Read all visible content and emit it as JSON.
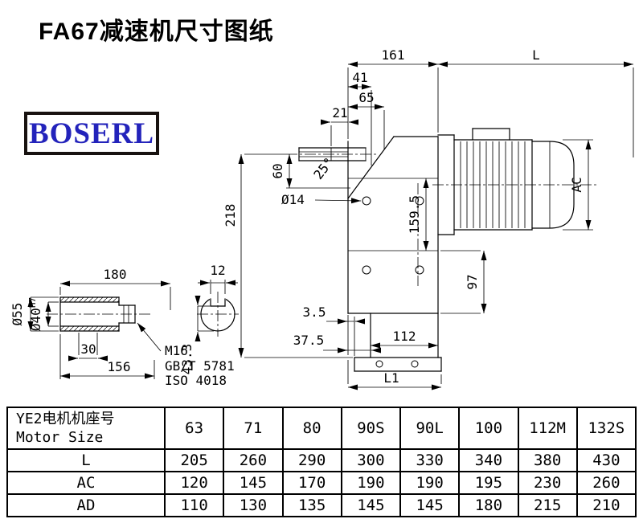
{
  "page": {
    "title": "FA67减速机尺寸图纸",
    "brand": "BOSERL"
  },
  "colors": {
    "brand": "#2323bb",
    "line": "#000000",
    "background": "#ffffff"
  },
  "drawing": {
    "main": {
      "w161": "161",
      "wL": "L",
      "w41": "41",
      "w65": "65",
      "w21": "21",
      "h60": "60",
      "h218": "218",
      "dia14": "Ø14",
      "ang25": "25°",
      "h159_5": "159.5",
      "h97": "97",
      "hAC": "AC",
      "w3_5": "3.5",
      "w37_5": "37.5",
      "w112": "112",
      "wL1": "L1"
    },
    "shaft": {
      "w180": "180",
      "dia55": "Ø55",
      "dia40": "Ø40",
      "tol40": "H7",
      "w30": "30",
      "w156": "156",
      "thread": "M16",
      "std1": "GB/T 5781",
      "std2": "ISO 4018"
    },
    "section": {
      "w12": "12",
      "h43_3": "43.3"
    }
  },
  "table": {
    "header_line1": "YE2电机机座号",
    "header_line2": "Motor Size",
    "sizes": [
      "63",
      "71",
      "80",
      "90S",
      "90L",
      "100",
      "112M",
      "132S"
    ],
    "rows": [
      {
        "label": "L",
        "values": [
          "205",
          "260",
          "290",
          "300",
          "330",
          "340",
          "380",
          "430"
        ]
      },
      {
        "label": "AC",
        "values": [
          "120",
          "145",
          "170",
          "190",
          "190",
          "195",
          "230",
          "260"
        ]
      },
      {
        "label": "AD",
        "values": [
          "110",
          "130",
          "135",
          "145",
          "145",
          "180",
          "215",
          "210"
        ]
      }
    ]
  }
}
